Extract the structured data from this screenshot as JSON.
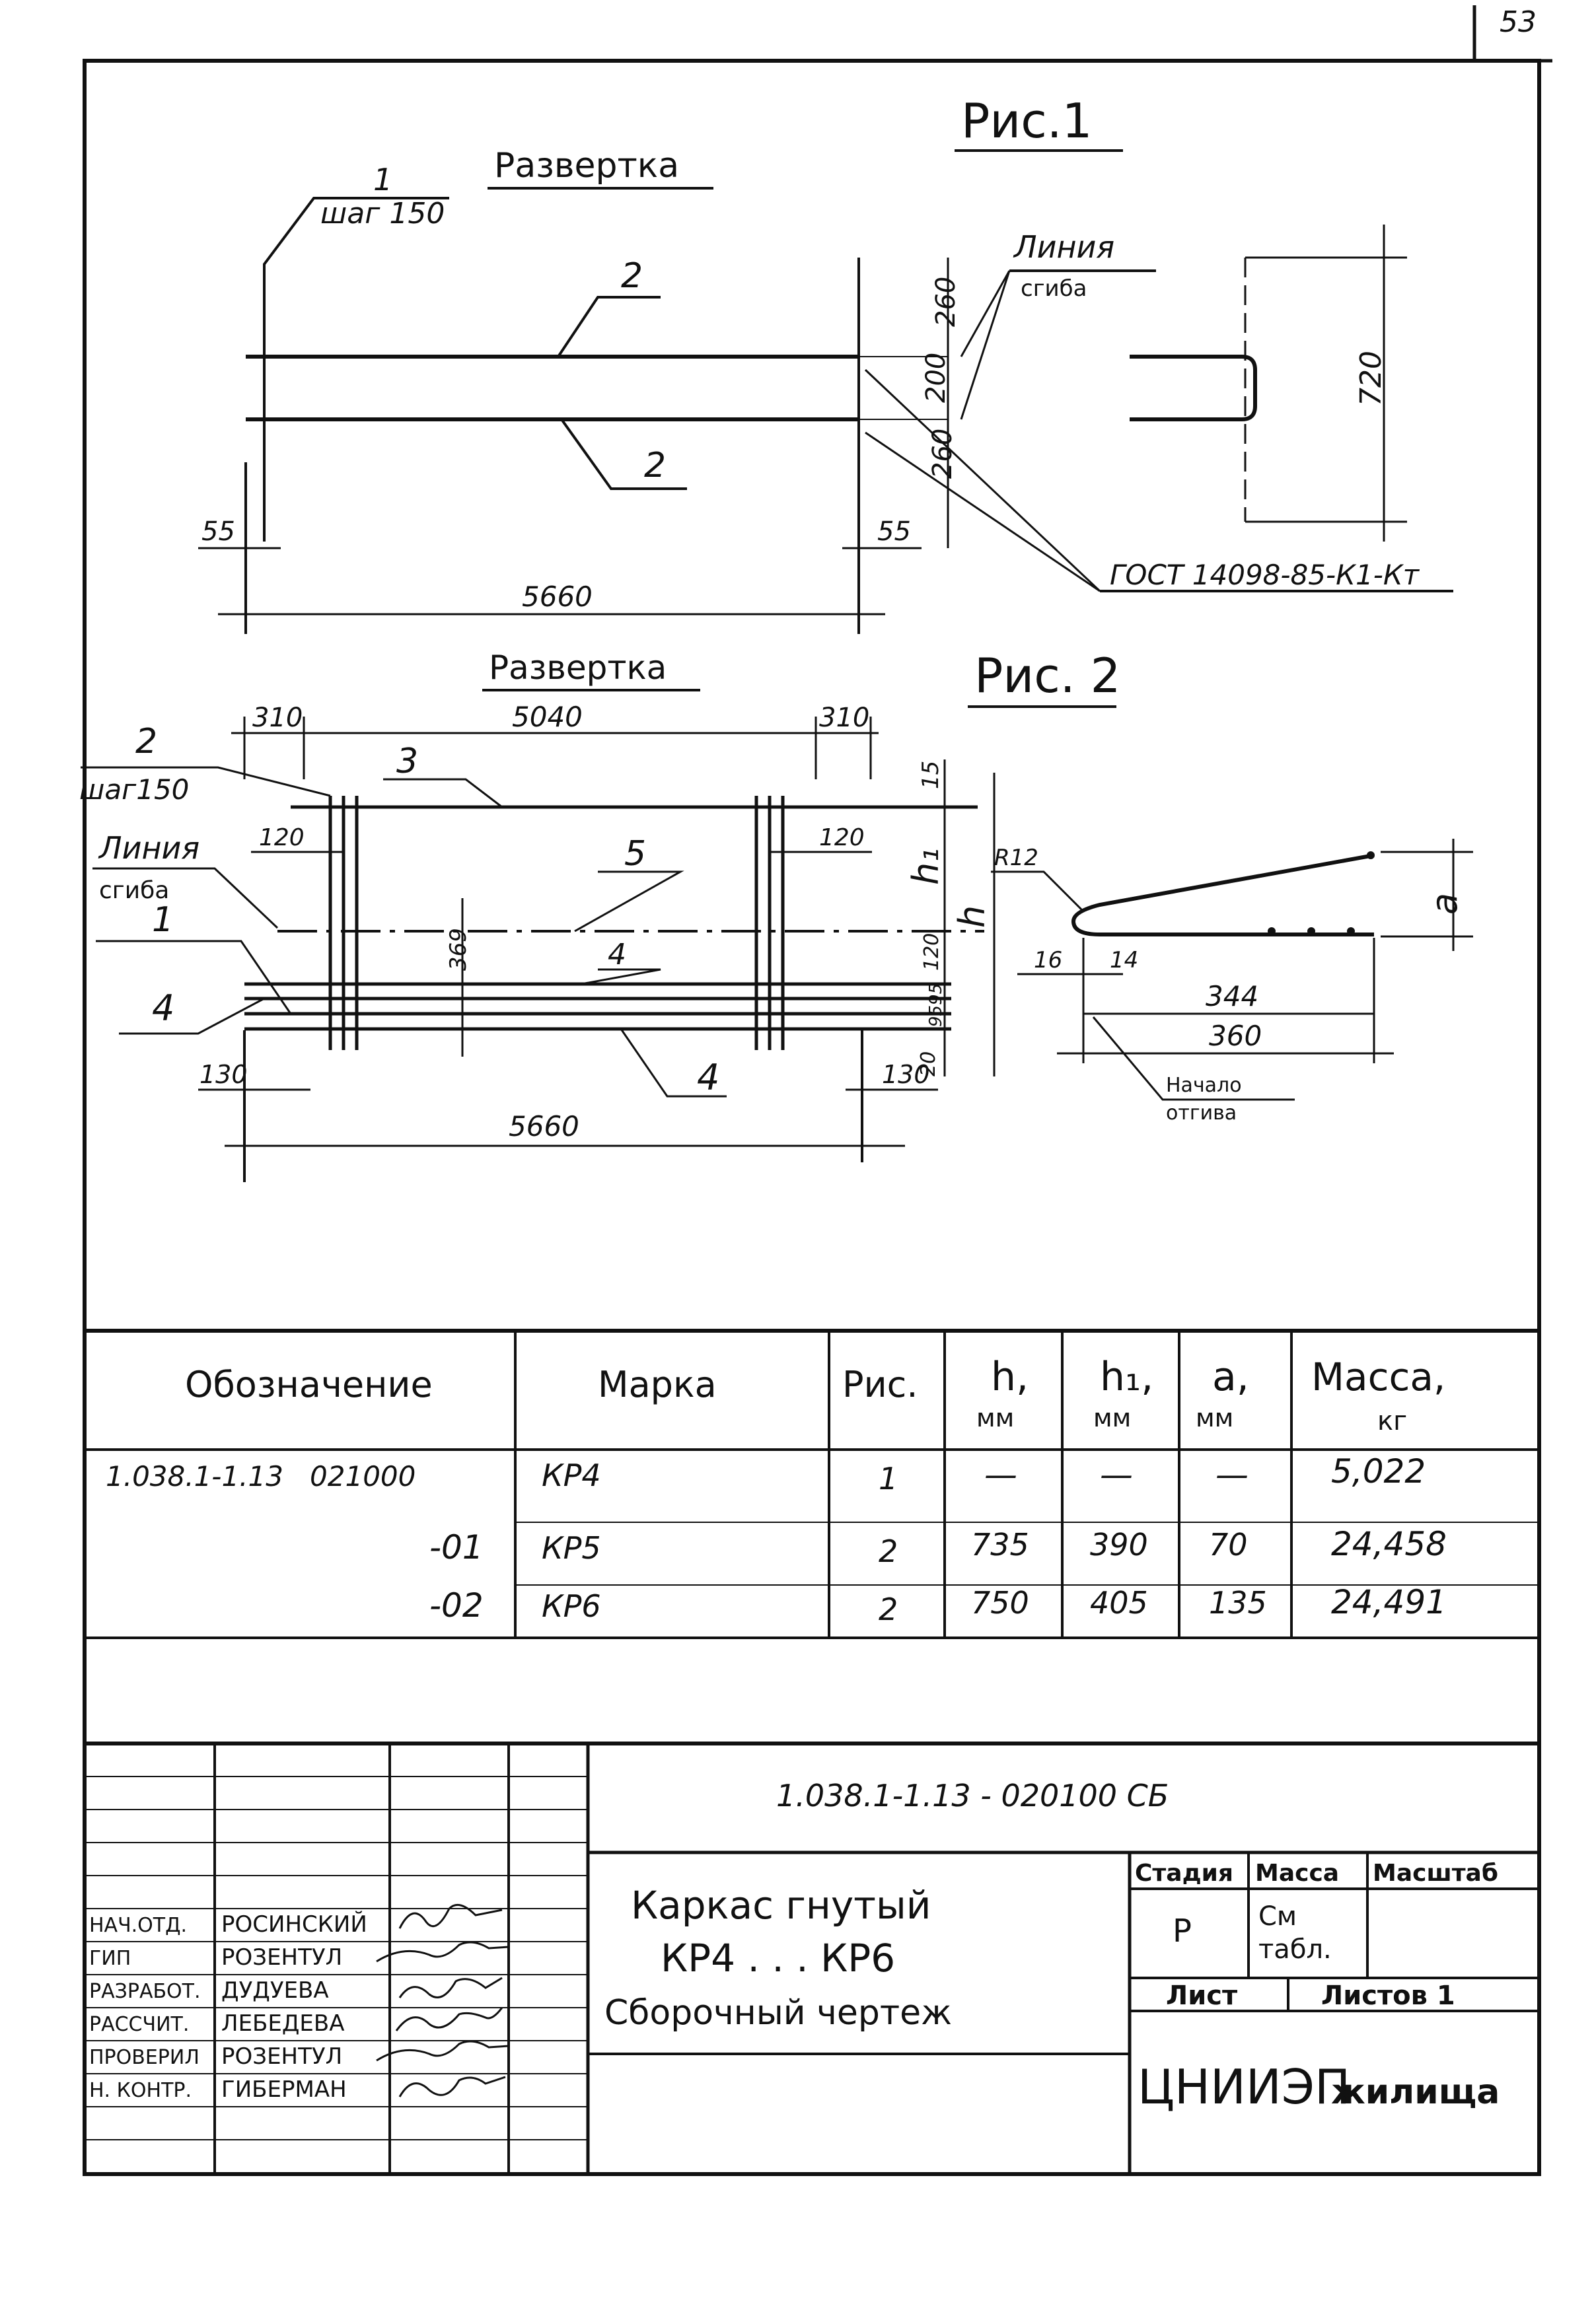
{
  "sheet": {
    "number": "53"
  },
  "fig1": {
    "title": "Рис.1",
    "razvertka": "Развертка",
    "callout_1_num": "1",
    "callout_1_step": "шаг 150",
    "callout_2a": "2",
    "callout_2b": "2",
    "fold_line_a": "Линия",
    "fold_line_b": "сгиба",
    "dim_55_left": "55",
    "dim_55_right": "55",
    "dim_5660": "5660",
    "dim_260_top": "260",
    "dim_200": "200",
    "dim_260_bottom": "260",
    "dim_720": "720",
    "gost": "ГОСТ 14098-85-К1-Кт"
  },
  "fig2": {
    "title": "Рис. 2",
    "razvertka": "Развертка",
    "dim_310_left": "310",
    "dim_5040": "5040",
    "dim_310_right": "310",
    "callout_2_num": "2",
    "callout_2_step": "шаг150",
    "callout_3": "3",
    "fold_line_a": "Линия",
    "fold_line_b": "сгиба",
    "dim_120_left": "120",
    "dim_120_right": "120",
    "callout_5": "5",
    "callout_1": "1",
    "callout_4a": "4",
    "callout_4b": "4",
    "callout_4c": "4",
    "dim_369": "369",
    "dim_130_left": "130",
    "dim_130_right": "130",
    "dim_5660": "5660",
    "dim_15": "15",
    "dim_h1": "h₁",
    "dim_h": "h",
    "dim_120_v": "120",
    "dim_95": "9595",
    "dim_20": "20",
    "r12": "R12",
    "dim_a": "a",
    "dim_16": "16",
    "dim_14": "14",
    "dim_344": "344",
    "dim_360": "360",
    "bend_start_a": "Начало",
    "bend_start_b": "отгива"
  },
  "spec_table": {
    "headers": {
      "designation": "Обозначение",
      "mark": "Марка",
      "fig": "Рис.",
      "h": "h,",
      "h1": "h₁,",
      "a": "a,",
      "mass": "Масса,",
      "unit_mm": "мм",
      "unit_kg": "кг"
    },
    "rows": [
      {
        "designation": "1.038.1-1.13   021000",
        "mark": "КР4",
        "fig": "1",
        "h": "—",
        "h1": "—",
        "a": "—",
        "mass": "5,022"
      },
      {
        "designation": "-01",
        "mark": "КР5",
        "fig": "2",
        "h": "735",
        "h1": "390",
        "a": "70",
        "mass": "24,458"
      },
      {
        "designation": "-02",
        "mark": "КР6",
        "fig": "2",
        "h": "750",
        "h1": "405",
        "a": "135",
        "mass": "24,491"
      }
    ]
  },
  "title_block": {
    "doc_code": "1.038.1-1.13 - 020100 СБ",
    "title_line1": "Каркас гнутый",
    "title_line2": "КР4 . . . КР6",
    "title_line3": "Сборочный чертеж",
    "stage_label": "Стадия",
    "mass_label": "Масса",
    "scale_label": "Масштаб",
    "stage_value": "Р",
    "mass_value_a": "См",
    "mass_value_b": "табл.",
    "sheet_label": "Лист",
    "sheets_label": "Листов 1",
    "org": "ЦНИИЭП",
    "org_suffix": "жилища",
    "people": [
      {
        "role": "НАЧ.ОТД.",
        "name": "РОСИНСКИЙ",
        "signature": "Нбз"
      },
      {
        "role": "ГИП",
        "name": "РОЗЕНТУЛ",
        "signature": "Фет"
      },
      {
        "role": "РАЗРАБОТ.",
        "name": "ДУДУЕВА",
        "signature": "Дуд"
      },
      {
        "role": "РАССЧИТ.",
        "name": "ЛЕБЕДЕВА",
        "signature": "Лебед"
      },
      {
        "role": "ПРОВЕРИЛ",
        "name": "РОЗЕНТУЛ",
        "signature": "Фет"
      },
      {
        "role": "Н. КОНТР.",
        "name": "ГИБЕРМАН",
        "signature": "Гиб"
      }
    ]
  }
}
